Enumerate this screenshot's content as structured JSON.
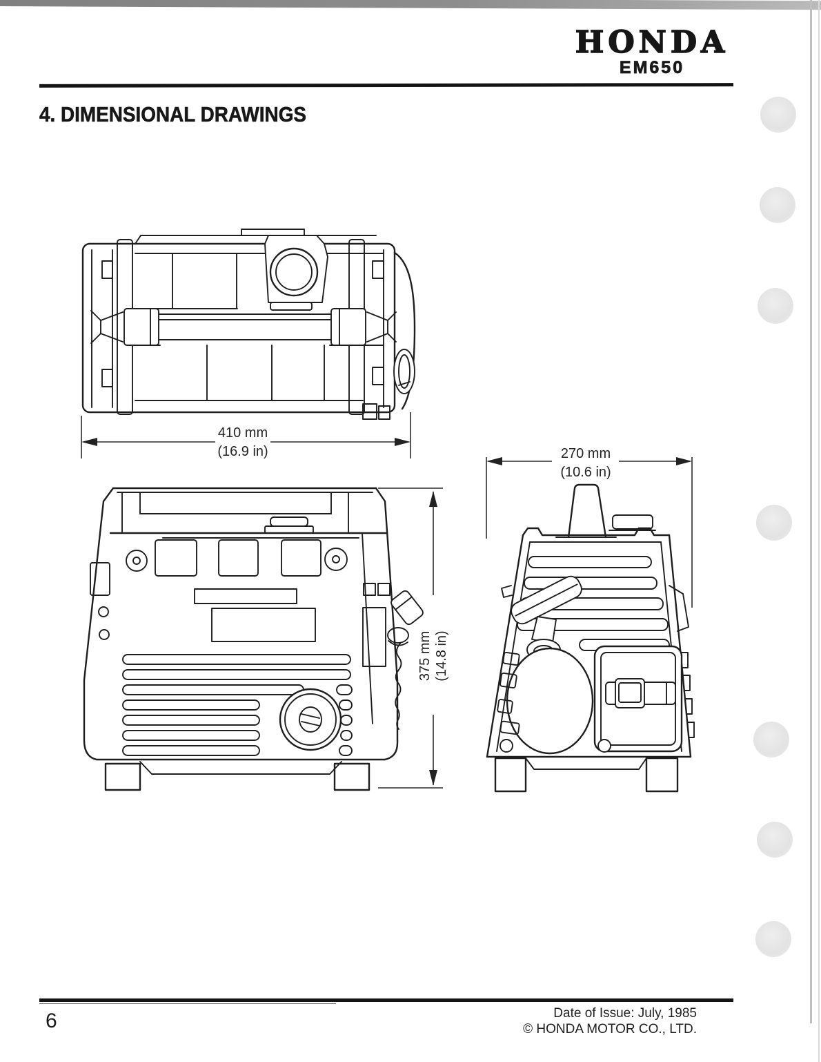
{
  "header": {
    "brand": "HONDA",
    "model": "EM650"
  },
  "title": "4. DIMENSIONAL DRAWINGS",
  "dimensions": {
    "width": {
      "mm": "410 mm",
      "inches": "(16.9 in)"
    },
    "depth": {
      "mm": "270 mm",
      "inches": "(10.6 in)"
    },
    "height": {
      "mm": "375 mm",
      "inches": "(14.8 in)"
    }
  },
  "footer": {
    "page_number": "6",
    "date_of_issue": "Date of Issue: July, 1985",
    "copyright": "© HONDA MOTOR CO., LTD."
  },
  "colors": {
    "ink": "#1e1e1e",
    "paper": "#ffffff",
    "binder_hole": "#e6e6e6",
    "scan_edge": "#8d8d8d"
  }
}
